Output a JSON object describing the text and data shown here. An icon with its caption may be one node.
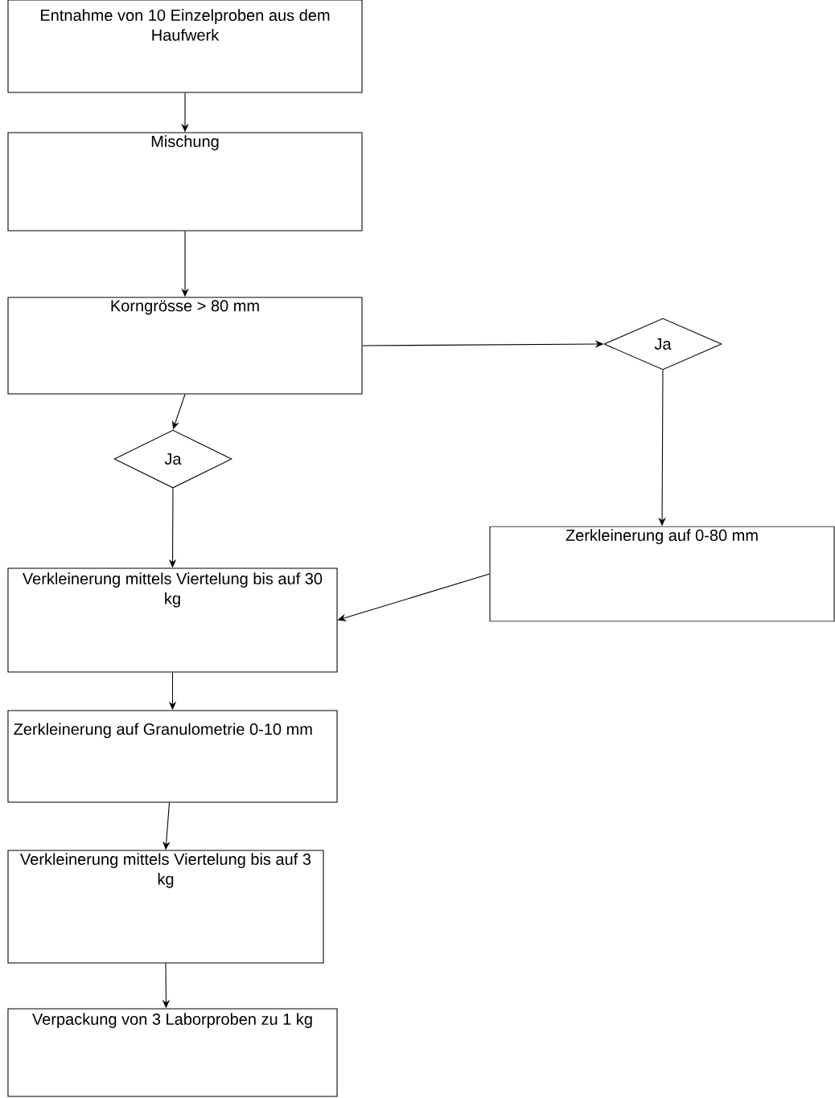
{
  "diagram": {
    "nodes": [
      {
        "text": [
          "Entnahme von 10 Einzelproben aus dem Haufwerk"
        ]
      },
      {
        "text": [
          "Mischung"
        ]
      },
      {
        "text": [
          "Korngrösse > 80 mm"
        ]
      },
      {
        "text": [
          "Ja"
        ]
      },
      {
        "text": [
          "Ja"
        ]
      },
      {
        "text": [
          "Zerkleinerung auf 0-80 mm"
        ]
      },
      {
        "text": [
          "Verkleinerung mittels Viertelung bis auf 30 kg"
        ]
      },
      {
        "text": [
          "Zerkleinerung auf Granulometrie 0-10 mm"
        ]
      },
      {
        "text": [
          "Verkleinerung mittels Viertelung bis auf 3 kg"
        ]
      },
      {
        "text": [
          "Verpackung von 3 Laborproben zu 1 kg"
        ]
      }
    ],
    "edges": [
      {
        "from": 0,
        "to": 1,
        "arrow": "to"
      },
      {
        "from": 1,
        "to": 2,
        "arrow": "to"
      },
      {
        "from": 2,
        "to": 3,
        "arrow": "to"
      },
      {
        "from": 2,
        "to": 4,
        "arrow": "to"
      },
      {
        "from": 3,
        "to": 5,
        "arrow": "to"
      },
      {
        "from": 4,
        "to": 6,
        "arrow": "to"
      },
      {
        "from": 5,
        "to": 6,
        "arrow": "to"
      },
      {
        "from": 6,
        "to": 7,
        "arrow": "to"
      },
      {
        "from": 7,
        "to": 8,
        "arrow": "to"
      },
      {
        "from": 8,
        "to": 9,
        "arrow": "to"
      }
    ]
  }
}
